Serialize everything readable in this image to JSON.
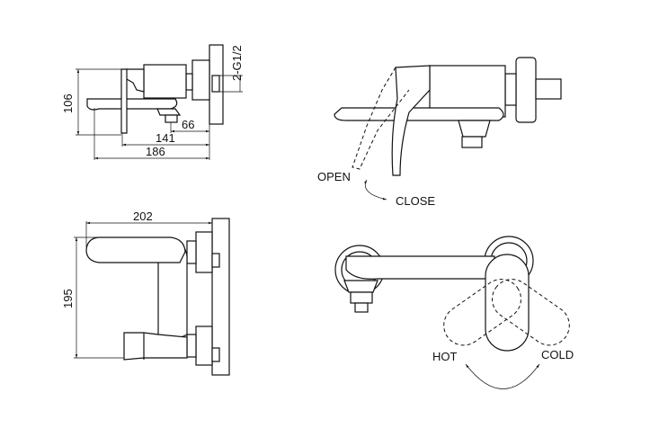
{
  "side_view": {
    "height_dim": "106",
    "dim_66": "66",
    "dim_141": "141",
    "dim_186": "186",
    "thread": "2-G1/2"
  },
  "top_view": {
    "width_dim": "202",
    "depth_dim": "195"
  },
  "lever_side": {
    "open_label": "OPEN",
    "close_label": "CLOSE"
  },
  "lever_front": {
    "hot_label": "HOT",
    "cold_label": "COLD"
  },
  "colors": {
    "line": "#111111",
    "background": "#ffffff"
  }
}
